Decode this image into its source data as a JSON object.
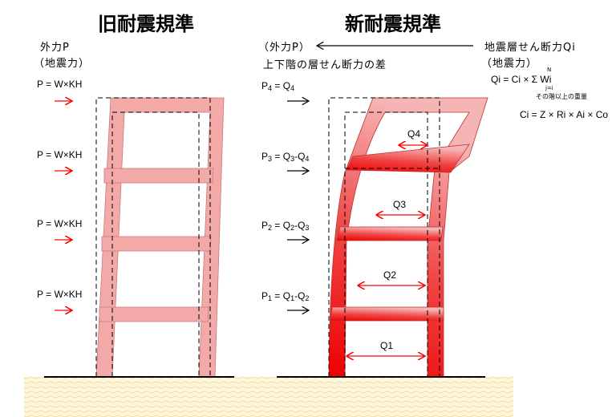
{
  "old": {
    "title": "旧耐震規準",
    "force_label": "外力P",
    "force_sub": "（地震力）",
    "eq": [
      "P = W×KH",
      "P = W×KH",
      "P = W×KH",
      "P = W×KH"
    ]
  },
  "new": {
    "title": "新耐震規準",
    "force_label": "（外力P）",
    "diff_label": "上下階の層せん断力の差",
    "eqs": [
      {
        "p": "P",
        "ps": "4",
        "q": "Q",
        "qs": "4",
        "r": "",
        "rs": ""
      },
      {
        "p": "P",
        "ps": "3",
        "q": "Q",
        "qs": "3",
        "r": "-Q",
        "rs": "4"
      },
      {
        "p": "P",
        "ps": "2",
        "q": "Q",
        "qs": "2",
        "r": "-Q",
        "rs": "3"
      },
      {
        "p": "P",
        "ps": "1",
        "q": "Q",
        "qs": "1",
        "r": "-Q",
        "rs": "2"
      }
    ],
    "shear": [
      "Q4",
      "Q3",
      "Q2",
      "Q1"
    ]
  },
  "formula": {
    "title": "地震層せん断力Qi",
    "sub": "（地震力）",
    "qi": "Qi = Ci × Σ Wi",
    "sum_top": "N",
    "sum_bottom": "j=i",
    "note": "その階以上の重量",
    "ci": "Ci = Z × Ri × Ai × Co"
  },
  "colors": {
    "old_frame": "#f4a9a9",
    "new_frame": "#ee1111",
    "arrow": "#ff0000"
  }
}
